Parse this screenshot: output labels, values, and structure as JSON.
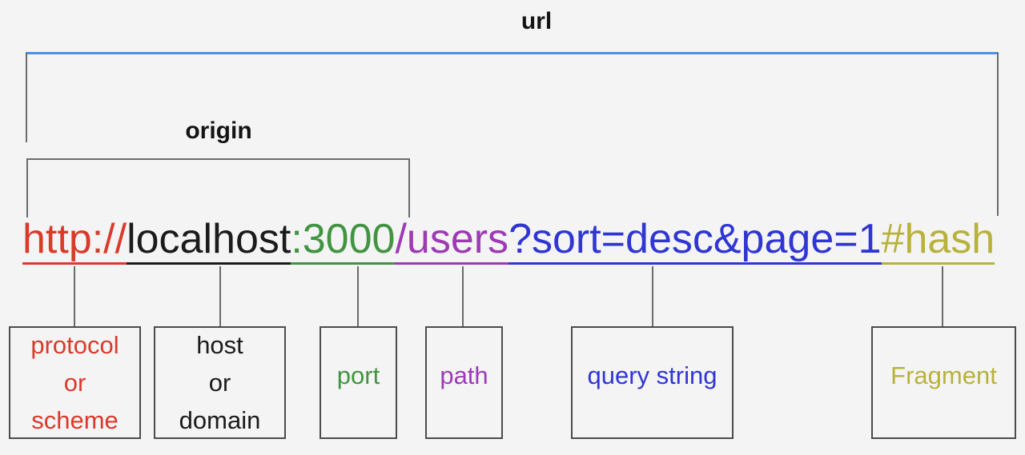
{
  "labels": {
    "url": "url",
    "origin": "origin"
  },
  "colors": {
    "bracket_accent": "#4a91e8",
    "connector_gray": "#6b6b6b",
    "background": "#f4f4f4"
  },
  "full_url": "http://localhost:3000/users?sort=desc&page=1#hash",
  "url_parts": [
    {
      "name": "protocol",
      "text": "http://",
      "color": "#d93b2b",
      "box_lines": [
        "protocol",
        "or",
        "scheme"
      ]
    },
    {
      "name": "host",
      "text": "localhost",
      "color": "#1b1b1b",
      "box_lines": [
        "host",
        "or",
        "domain"
      ]
    },
    {
      "name": "port",
      "text": ":3000",
      "color": "#429442",
      "box_lines": [
        "port"
      ]
    },
    {
      "name": "path",
      "text": "/users",
      "color": "#9d3bb4",
      "box_lines": [
        "path"
      ]
    },
    {
      "name": "query",
      "text": "?sort=desc&page=1",
      "color": "#3036d2",
      "box_lines": [
        "query string"
      ]
    },
    {
      "name": "fragment",
      "text": "#hash",
      "color": "#b8b23c",
      "box_lines": [
        "Fragment"
      ]
    }
  ]
}
